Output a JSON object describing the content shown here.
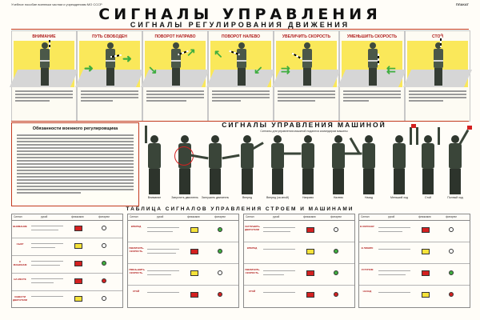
{
  "header": {
    "small_left": "Учебное пособие военным частям и учреждениям МО СССР",
    "small_right": "ПЛАКАТ",
    "title": "СИГНАЛЫ УПРАВЛЕНИЯ",
    "subtitle": "СИГНАЛЫ РЕГУЛИРОВАНИЯ ДВИЖЕНИЯ"
  },
  "regulation_signals": [
    {
      "label": "ВНИМАНИЕ"
    },
    {
      "label": "ПУТЬ СВОБОДЕН"
    },
    {
      "label": "ПОВОРОТ НАПРАВО"
    },
    {
      "label": "ПОВОРОТ НАЛЕВО"
    },
    {
      "label": "УВЕЛИЧИТЬ СКОРОСТЬ"
    },
    {
      "label": "УМЕНЬШИТЬ СКОРОСТЬ"
    },
    {
      "label": "СТОЙ"
    }
  ],
  "duties": {
    "title": "Обязанности военного регулировщика"
  },
  "machine_signals": {
    "title": "СИГНАЛЫ УПРАВЛЕНИЯ МАШИНОЙ",
    "subtitle": "Сигналы для управления машиной подаются командиром машины",
    "captions": [
      "Внимание",
      "Запустить двигатель",
      "Заглушить двигатель",
      "Вперед",
      "Вперед (за мной)",
      "Направо",
      "Налево",
      "Назад",
      "Меньший ход",
      "Стой",
      "Полный ход"
    ]
  },
  "table": {
    "title": "ТАБЛИЦА СИГНАЛОВ УПРАВЛЕНИЯ СТРОЕМ И МАШИНАМИ",
    "headers": [
      "Сигнал",
      "рукой",
      "флажками",
      "фонарем"
    ],
    "groups": [
      [
        "ВНИМАНИЕ",
        "СБОР",
        "К МАШИНАМ",
        "НА МЕСТЕ",
        "ЗАВЕСТИ ДВИГАТЕЛИ"
      ],
      [
        "ВПЕРЕД",
        "УВЕЛИЧИТЬ СКОРОСТЬ",
        "УМЕНЬШИТЬ СКОРОСТЬ",
        "СТОЙ"
      ],
      [
        "ЗАГЛУШИТЬ ДВИГАТЕЛИ",
        "ВПЕРЕД",
        "УВЕЛИЧИТЬ СКОРОСТЬ",
        "СТОЙ"
      ],
      [
        "В КОЛОННУ",
        "В ЛИНИЮ",
        "УСТУПОМ",
        "НАЗАД"
      ]
    ]
  },
  "colors": {
    "accent_red": "#c23a1f",
    "signal_yellow": "#fae85a",
    "arrow_green": "#3fae3f",
    "uniform": "#3a4539"
  }
}
